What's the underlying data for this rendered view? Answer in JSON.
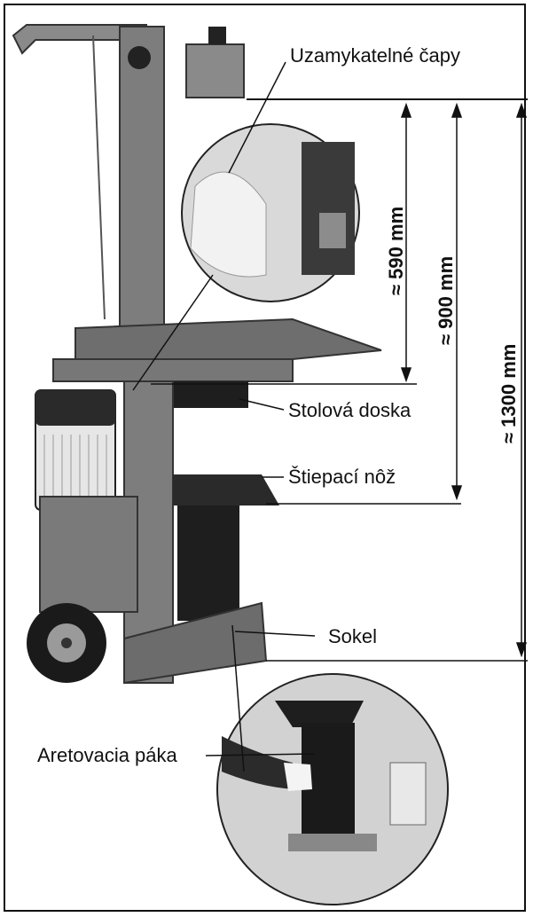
{
  "labels": {
    "locking_pins": "Uzamykatelné čapy",
    "table_plate": "Stolová doska",
    "splitting_knife": "Štiepací nôž",
    "base": "Sokel",
    "locking_lever": "Aretovacia páka"
  },
  "dimensions": {
    "d590": "≈ 590 mm",
    "d900": "≈ 900 mm",
    "d1300": "≈ 1300 mm"
  },
  "colors": {
    "machine_body": "#7a7a7a",
    "dark_parts": "#1e1e1e"
  }
}
